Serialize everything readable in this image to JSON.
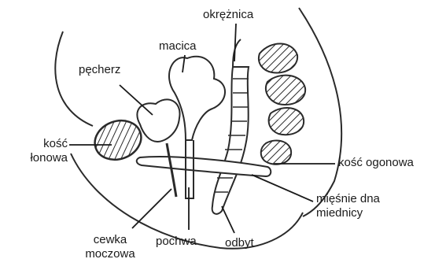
{
  "labels": {
    "colon": "okrężnica",
    "uterus": "macica",
    "bladder": "pęcherz",
    "pubic_bone_line1": "kość",
    "pubic_bone_line2": "łonowa",
    "tailbone": "kość ogonowa",
    "pelvic_floor_line1": "mięśnie dna",
    "pelvic_floor_line2": "miednicy",
    "urethra_line1": "cewka",
    "urethra_line2": "moczowa",
    "vagina": "pochwa",
    "anus": "odbyt"
  },
  "colors": {
    "outline": "#2a2a2a",
    "hatch": "#2a2a2a",
    "text": "#1a1a1a",
    "background": "#ffffff"
  }
}
